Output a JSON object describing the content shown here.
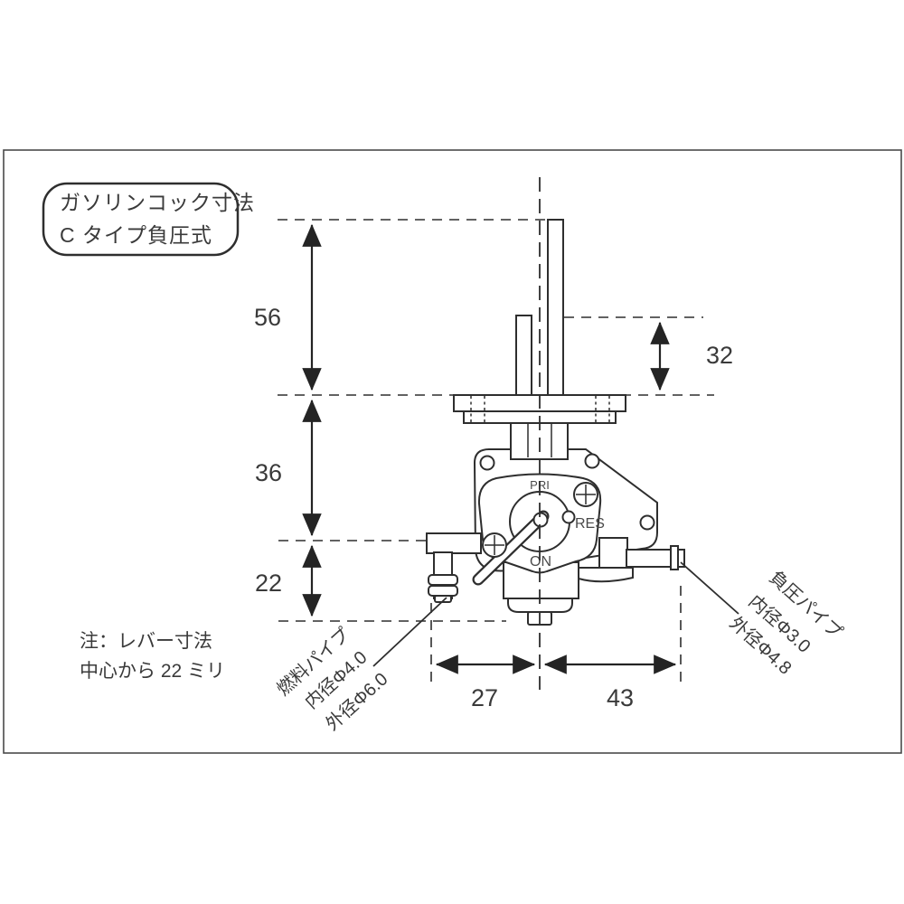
{
  "colors": {
    "line": "#2e2e2e",
    "text": "#3a3a3a",
    "background": "#ffffff"
  },
  "title_box": {
    "line1": "ガソリンコック寸法",
    "line2": "C タイプ負圧式"
  },
  "note": {
    "line1": "注：レバー寸法",
    "line2": "中心から 22 ミリ"
  },
  "dimensions": {
    "stem_height": "56",
    "pipe_height": "32",
    "body_height": "36",
    "lever_drop": "22",
    "fuel_offset": "27",
    "vacuum_offset": "43"
  },
  "valve_positions": {
    "pri": "PRI",
    "res": "RES",
    "on": "ON"
  },
  "callout_fuel": {
    "line1": "燃料パイプ",
    "line2": "内径Φ4.0",
    "line3": "外径Φ6.0"
  },
  "callout_vacuum": {
    "line1": "負圧パイプ",
    "line2": "内径Φ3.0",
    "line3": "外径Φ4.8"
  }
}
